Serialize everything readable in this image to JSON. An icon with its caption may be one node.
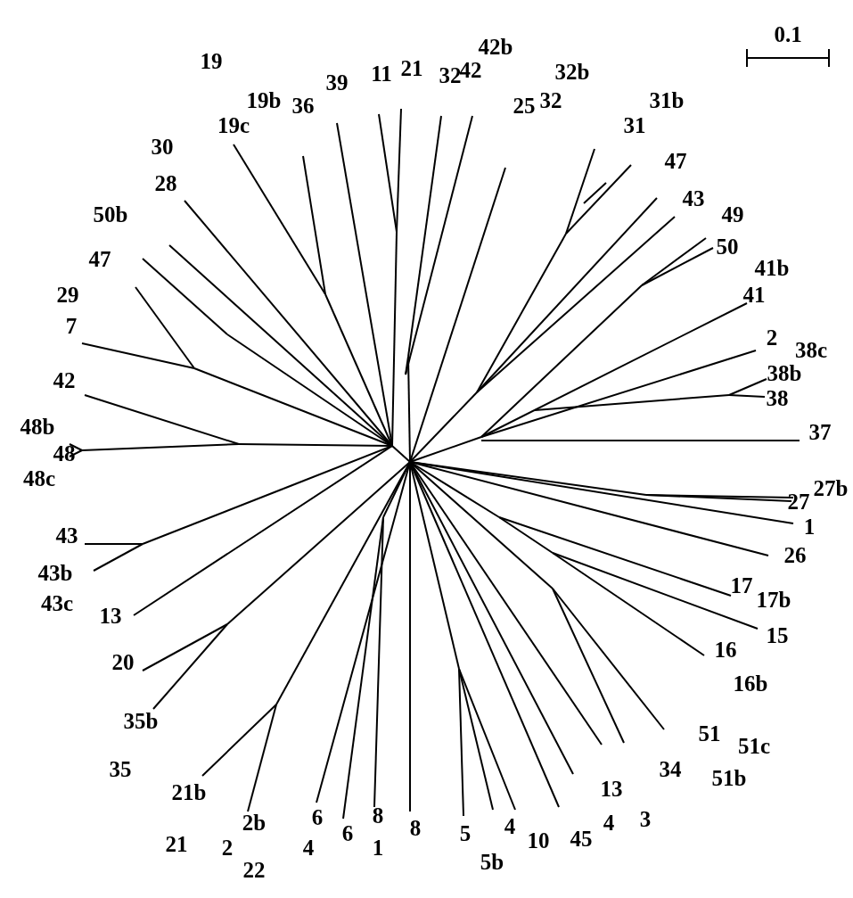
{
  "diagram": {
    "labels": [
      "19",
      "19c",
      "19b",
      "36",
      "39",
      "11",
      "21",
      "32",
      "42",
      "42b",
      "25",
      "32",
      "32b",
      "31",
      "31b",
      "47",
      "43",
      "49",
      "50",
      "41b",
      "41",
      "2",
      "38c",
      "38b",
      "38",
      "37",
      "27b",
      "27",
      "1",
      "26",
      "17",
      "17b",
      "15",
      "16",
      "16b",
      "51",
      "51c",
      "51b",
      "34",
      "3",
      "13",
      "45",
      "4",
      "10",
      "4",
      "5",
      "5b",
      "8",
      "1",
      "8",
      "6",
      "6",
      "4",
      "22",
      "2",
      "2b",
      "21",
      "21b",
      "35",
      "35b",
      "20",
      "13",
      "43c",
      "43b",
      "43",
      "48c",
      "48",
      "48b",
      "42",
      "7",
      "29",
      "47",
      "50b",
      "28",
      "30",
      "0.1"
    ]
  }
}
